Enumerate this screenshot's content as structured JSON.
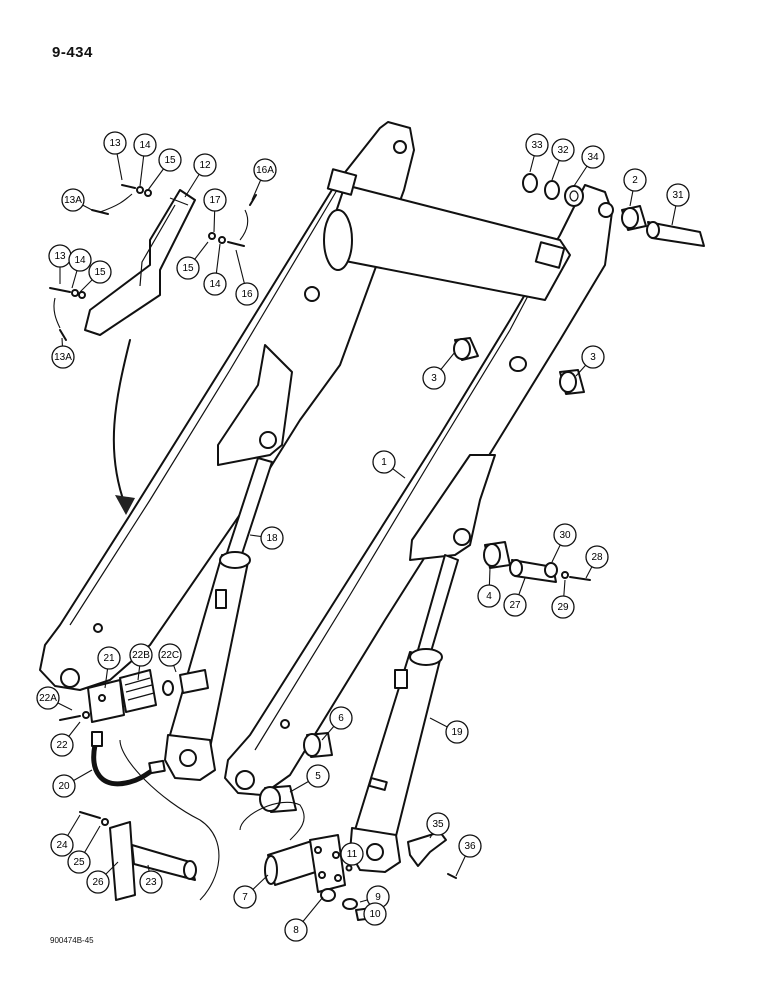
{
  "page_number": "9-434",
  "drawing_code": "900474B-45",
  "callouts": [
    {
      "label": "13"
    },
    {
      "label": "14"
    },
    {
      "label": "15"
    },
    {
      "label": "12"
    },
    {
      "label": "13A"
    },
    {
      "label": "17"
    },
    {
      "label": "16A"
    },
    {
      "label": "13"
    },
    {
      "label": "14"
    },
    {
      "label": "15"
    },
    {
      "label": "15"
    },
    {
      "label": "14"
    },
    {
      "label": "16"
    },
    {
      "label": "13A"
    },
    {
      "label": "33"
    },
    {
      "label": "32"
    },
    {
      "label": "34"
    },
    {
      "label": "2"
    },
    {
      "label": "31"
    },
    {
      "label": "3"
    },
    {
      "label": "3"
    },
    {
      "label": "1"
    },
    {
      "label": "18"
    },
    {
      "label": "30"
    },
    {
      "label": "28"
    },
    {
      "label": "4"
    },
    {
      "label": "27"
    },
    {
      "label": "29"
    },
    {
      "label": "21"
    },
    {
      "label": "22B"
    },
    {
      "label": "22C"
    },
    {
      "label": "22A"
    },
    {
      "label": "22"
    },
    {
      "label": "20"
    },
    {
      "label": "6"
    },
    {
      "label": "19"
    },
    {
      "label": "5"
    },
    {
      "label": "24"
    },
    {
      "label": "25"
    },
    {
      "label": "26"
    },
    {
      "label": "23"
    },
    {
      "label": "35"
    },
    {
      "label": "36"
    },
    {
      "label": "11"
    },
    {
      "label": "7"
    },
    {
      "label": "9"
    },
    {
      "label": "8"
    },
    {
      "label": "10"
    }
  ]
}
